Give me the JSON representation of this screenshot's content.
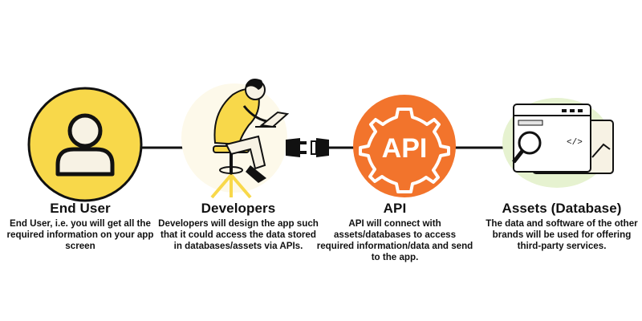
{
  "nodes": [
    {
      "title": "End User",
      "description": "End User, i.e. you will get all the required information on your app screen",
      "icon": "user-icon"
    },
    {
      "title": "Developers",
      "description": "Developers will design the app such that it could access the data stored in databases/assets via APIs.",
      "icon": "developer-illustration"
    },
    {
      "title": "API",
      "description": "API will connect with assets/databases to access required information/data and send to the app.",
      "icon": "api-gear-icon",
      "icon_label": "API"
    },
    {
      "title": "Assets (Database)",
      "description": "The data and software of the other brands will be used for offering third-party services.",
      "icon": "database-illustration"
    }
  ],
  "connector": "plug-socket-icon",
  "colors": {
    "yellow": "#f8d84a",
    "orange": "#f2742c",
    "light_green": "#e6f2d0",
    "line": "#111111",
    "cream": "#f7f2e4"
  }
}
